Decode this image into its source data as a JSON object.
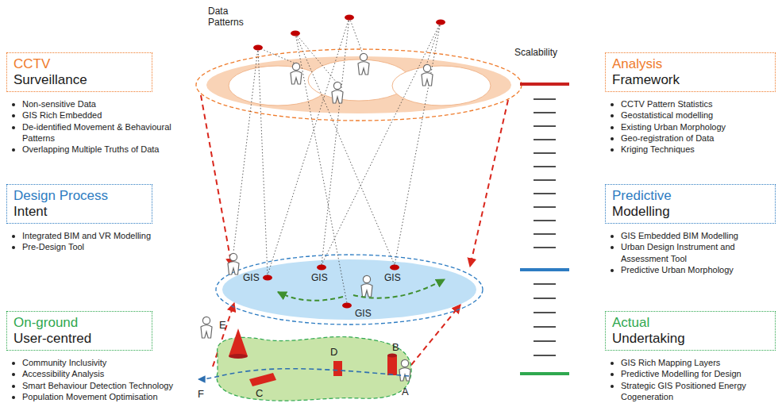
{
  "diagram": {
    "nodes": [
      {
        "text": [
          "CCTV",
          "Surveillance",
          "Non-sensitive Data",
          "GIS Rich Embedded",
          "De-identified Movement & Behavioural Patterns",
          "Overlapping Multiple Truths of Data"
        ]
      },
      {
        "text": [
          "Analysis",
          "Framework",
          "CCTV Pattern Statistics",
          "Geostatistical modelling",
          "Existing Urban Morphology",
          "Geo-registration of Data",
          "Kriging Techniques"
        ]
      },
      {
        "text": [
          "Design Process",
          "Intent",
          "Integrated BIM and VR Modelling",
          "Pre-Design Tool"
        ]
      },
      {
        "text": [
          "Predictive",
          "Modelling",
          "GIS Embedded BIM Modelling",
          "Urban Design Instrument and Assessment Tool",
          "Predictive Urban Morphology"
        ]
      },
      {
        "text": [
          "GIS",
          "GIS",
          "GIS",
          "GIS"
        ]
      },
      {
        "text": [
          "On-ground",
          "User-centred",
          "Community Inclusivity",
          "Accessibility Analysis",
          "Smart Behaviour Detection Technology",
          "Population Movement Optimisation"
        ]
      },
      {
        "text": [
          "Actual",
          "Undertaking",
          "GIS Rich Mapping Layers",
          "Predictive Modelling for Design",
          "Strategic GIS Positioned Energy Cogeneration"
        ]
      },
      {
        "text": [
          "E",
          "D",
          "B",
          "C",
          "A"
        ]
      }
    ],
    "edges": [
      {
        "from": 7,
        "to": 4,
        "arrow": "to"
      },
      {
        "from": 7,
        "to": 4,
        "arrow": "to"
      }
    ],
    "labels": [
      "Data Patterns",
      "Scalability",
      "F"
    ]
  }
}
